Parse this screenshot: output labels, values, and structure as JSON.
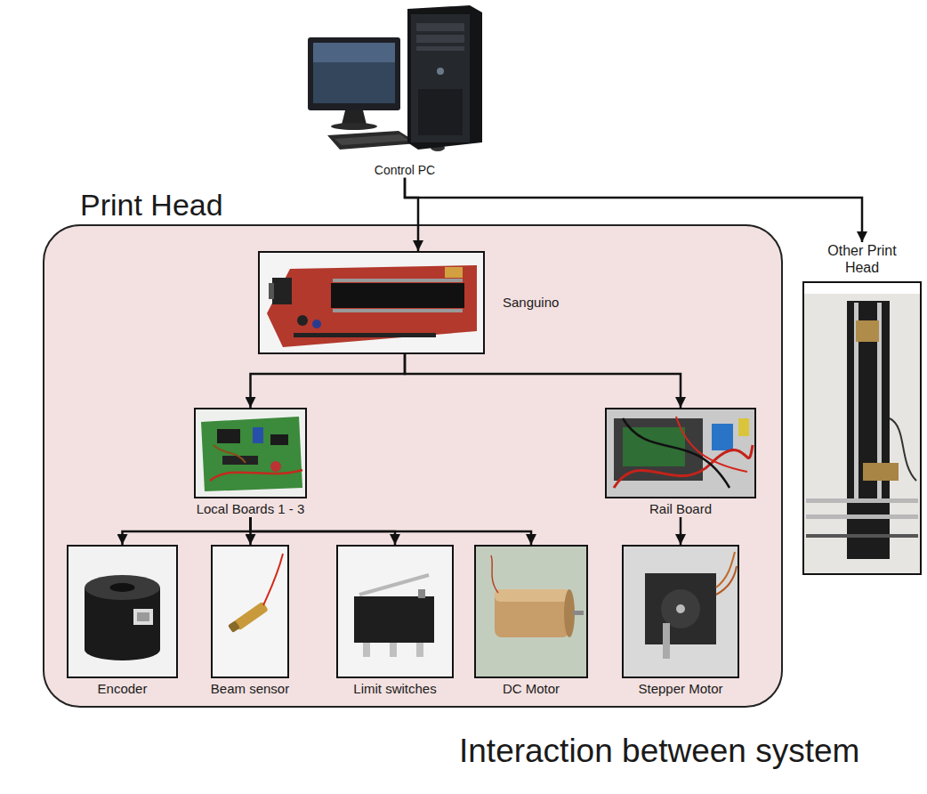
{
  "diagram": {
    "caption": "Interaction between system",
    "nodes": [
      {
        "text": [
          "Control PC"
        ]
      },
      {
        "text": [
          "Print Head"
        ]
      },
      {
        "text": [
          "Sanguino"
        ],
        "in": 1
      },
      {
        "text": [
          "Local Boards 1 - 3"
        ],
        "in": 1
      },
      {
        "text": [
          "Rail Board"
        ],
        "in": 1
      },
      {
        "text": [
          "Encoder"
        ],
        "in": 1
      },
      {
        "text": [
          "Beam sensor"
        ],
        "in": 1
      },
      {
        "text": [
          "Limit switches"
        ],
        "in": 1
      },
      {
        "text": [
          "DC Motor"
        ],
        "in": 1
      },
      {
        "text": [
          "Stepper Motor"
        ],
        "in": 1
      },
      {
        "text": [
          "Other Print Head"
        ]
      }
    ],
    "edges": [
      {
        "from": 0,
        "to": 2,
        "arrow": "to"
      },
      {
        "from": 0,
        "to": 10,
        "arrow": "to"
      },
      {
        "from": 2,
        "to": 3,
        "arrow": "to"
      },
      {
        "from": 2,
        "to": 4,
        "arrow": "to"
      },
      {
        "from": 3,
        "to": 5,
        "arrow": "to"
      },
      {
        "from": 3,
        "to": 6,
        "arrow": "to"
      },
      {
        "from": 3,
        "to": 7,
        "arrow": "to"
      },
      {
        "from": 3,
        "to": 8,
        "arrow": "to"
      },
      {
        "from": 4,
        "to": 9,
        "arrow": "to"
      }
    ]
  }
}
